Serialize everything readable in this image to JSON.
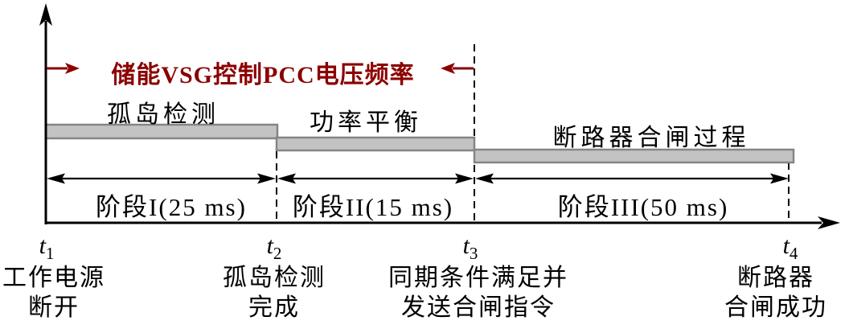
{
  "figure": {
    "annotation": "储能VSG控制PCC电压频率",
    "stages": [
      {
        "bar_label": "孤岛检测",
        "phase_label": "阶段I(25 ms)",
        "duration_ms": 25
      },
      {
        "bar_label": "功率平衡",
        "phase_label": "阶段II(15 ms)",
        "duration_ms": 15
      },
      {
        "bar_label": "断路器合闸过程",
        "phase_label": "阶段III(50 ms)",
        "duration_ms": 50
      }
    ],
    "timepoints": [
      {
        "symbol": "t",
        "subscript": "1",
        "caption_line1": "工作电源",
        "caption_line2": "断开"
      },
      {
        "symbol": "t",
        "subscript": "2",
        "caption_line1": "孤岛检测",
        "caption_line2": "完成"
      },
      {
        "symbol": "t",
        "subscript": "3",
        "caption_line1": "同期条件满足并",
        "caption_line2": "发送合闸指令"
      },
      {
        "symbol": "t",
        "subscript": "4",
        "caption_line1": "断路器",
        "caption_line2": "合闸成功"
      }
    ],
    "colors": {
      "annotation_red": "#8b0000",
      "bar_fill": "#c3c3c3",
      "bar_border": "#858585",
      "axis_black": "#000000"
    }
  }
}
